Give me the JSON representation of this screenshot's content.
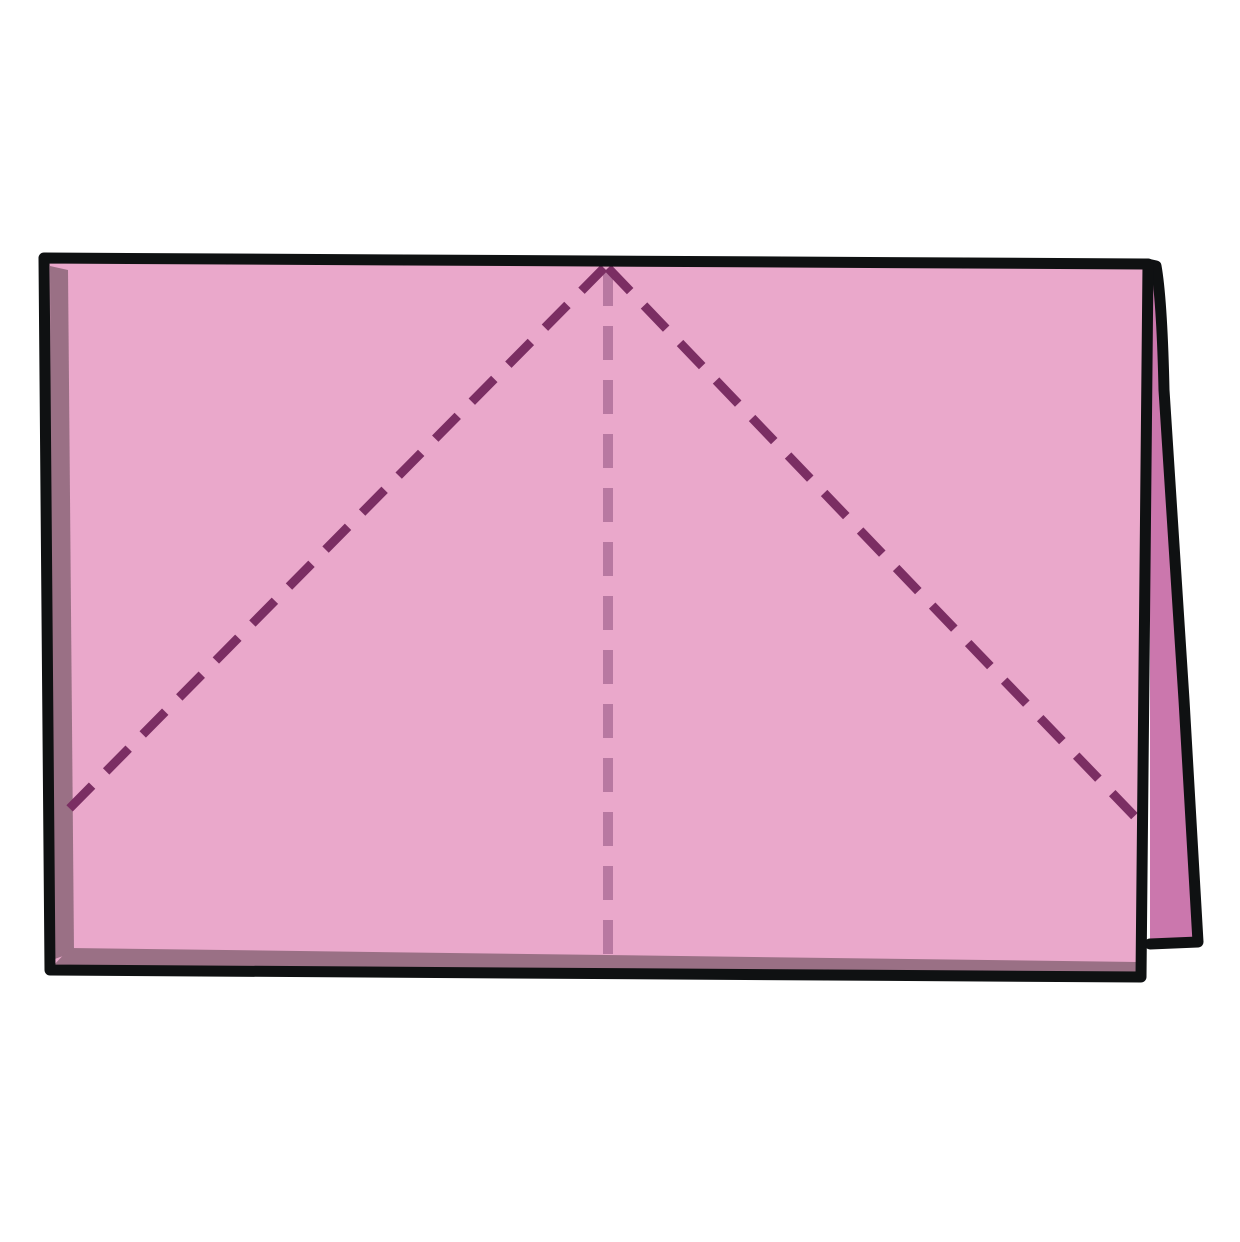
{
  "diagram": {
    "subject": "paper-fold-step",
    "colors": {
      "background": "#ffffff",
      "paper_front": "#eaa8cb",
      "paper_back_flap": "#cb77ad",
      "edge_shadow": "#9a7085",
      "outline": "#0f1112",
      "valley_fold": "#7b2e63",
      "center_crease": "#b878a1"
    },
    "fold_lines": [
      {
        "name": "left-diagonal-fold",
        "style": "dashed"
      },
      {
        "name": "right-diagonal-fold",
        "style": "dashed"
      },
      {
        "name": "center-vertical-crease",
        "style": "dashed-light"
      }
    ]
  }
}
